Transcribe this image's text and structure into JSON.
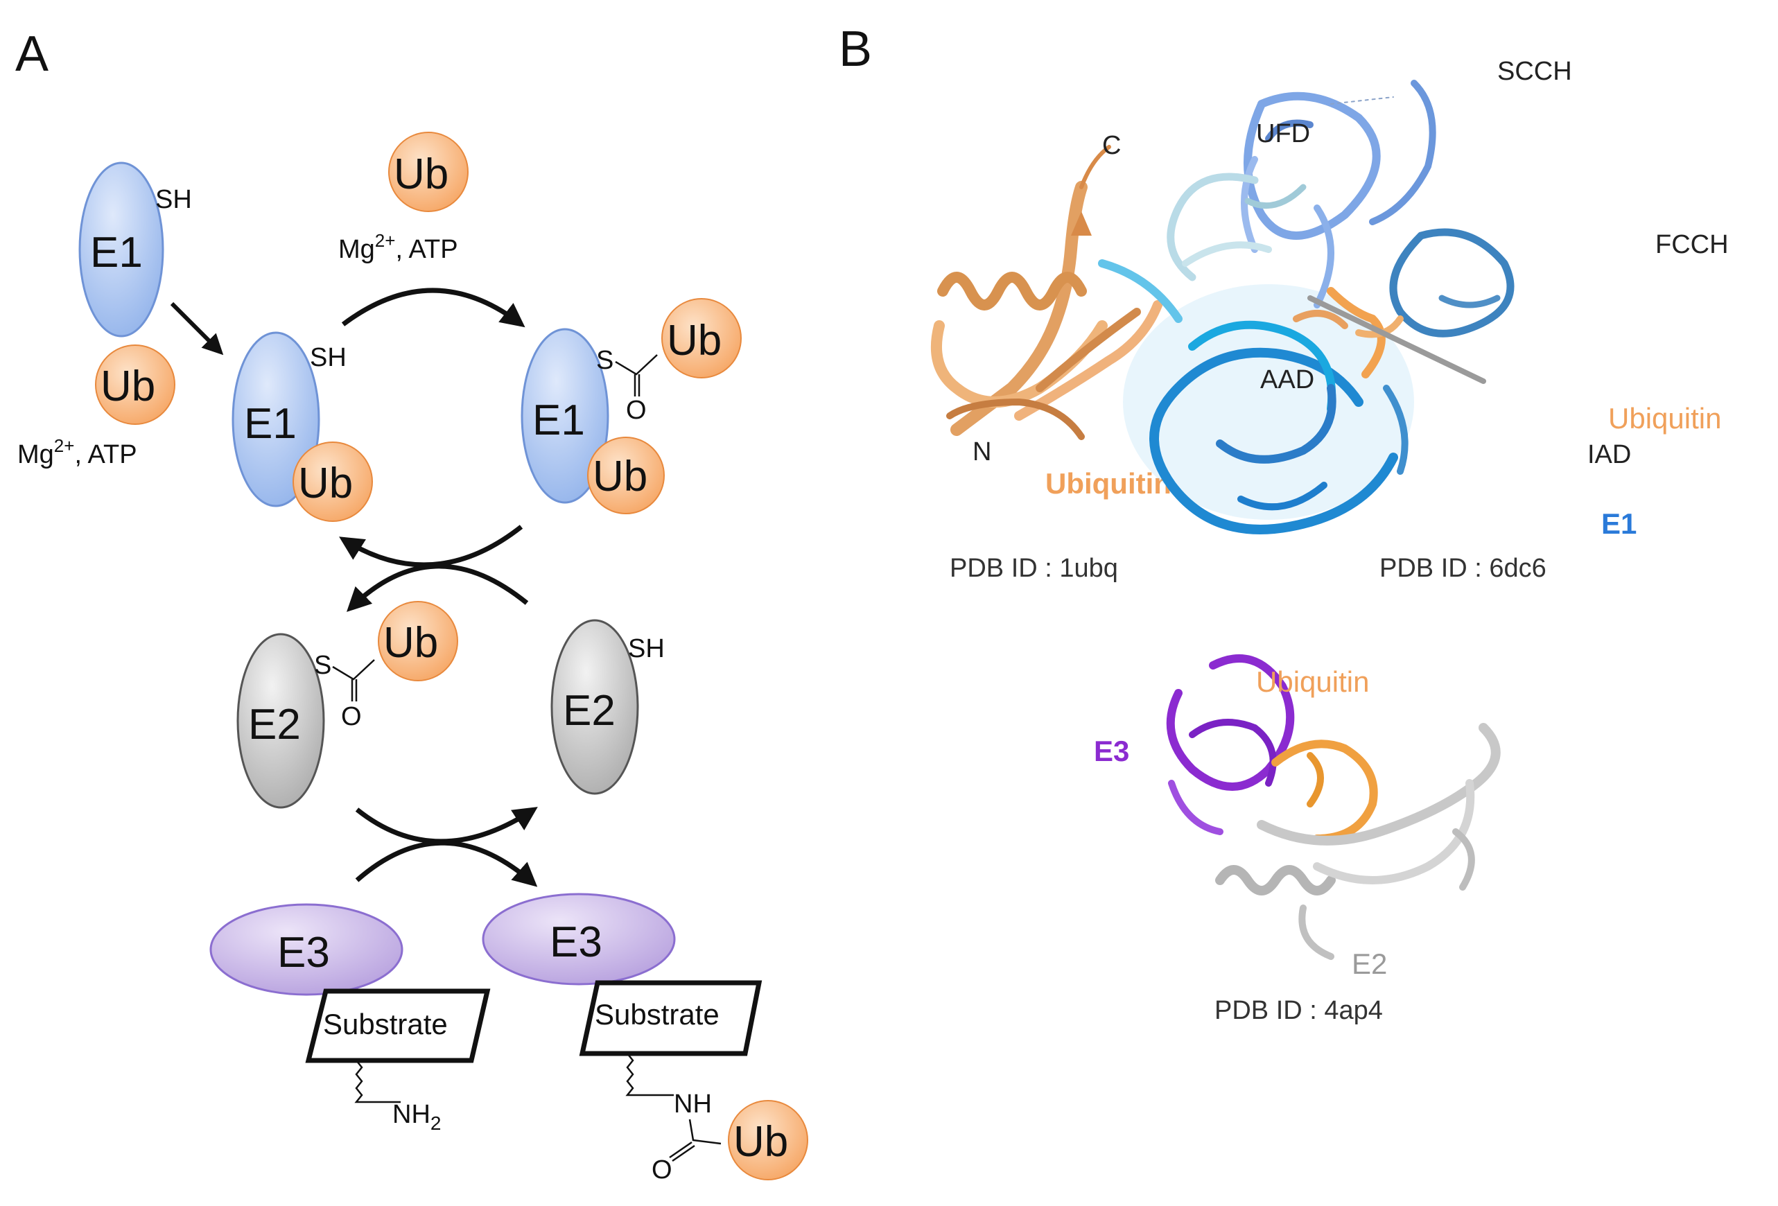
{
  "panels": {
    "a": "A",
    "b": "B"
  },
  "colors": {
    "e1_fill": "#a9c4ef",
    "e1_stroke": "#6f93d6",
    "ub_fill": "#f7b277",
    "ub_stroke": "#e8893d",
    "e2_fill": "#c8c8c8",
    "e3_fill": "#c7b5e6",
    "ubiquitin_label": "#f0a05a",
    "e1_label": "#2a7ad9",
    "e3_label": "#8b2bd0",
    "e2_label": "#9a9a9a"
  },
  "cycle": {
    "enzymes": {
      "e1": "E1",
      "e2": "E2",
      "e3": "E3"
    },
    "ubiquitin": "Ub",
    "thiol": "SH",
    "thioester_s": "S",
    "carbonyl_o": "O",
    "amine": "NH",
    "amine_sub": "2",
    "conditions": {
      "mg": "Mg",
      "charge": "2+",
      "atp": ", ATP"
    },
    "substrate": "Substrate"
  },
  "structures": {
    "ubiquitin": {
      "title": "Ubiquitin",
      "n_term": "N",
      "c_term": "C",
      "pdb": "PDB ID : 1ubq"
    },
    "e1_complex": {
      "domains": [
        "SCCH",
        "UFD",
        "FCCH",
        "AAD",
        "IAD"
      ],
      "ubiquitin": "Ubiquitin",
      "enzyme": "E1",
      "pdb": "PDB ID : 6dc6"
    },
    "e2_e3_complex": {
      "ubiquitin": "Ubiquitin",
      "e3": "E3",
      "e2": "E2",
      "pdb": "PDB ID : 4ap4"
    }
  }
}
